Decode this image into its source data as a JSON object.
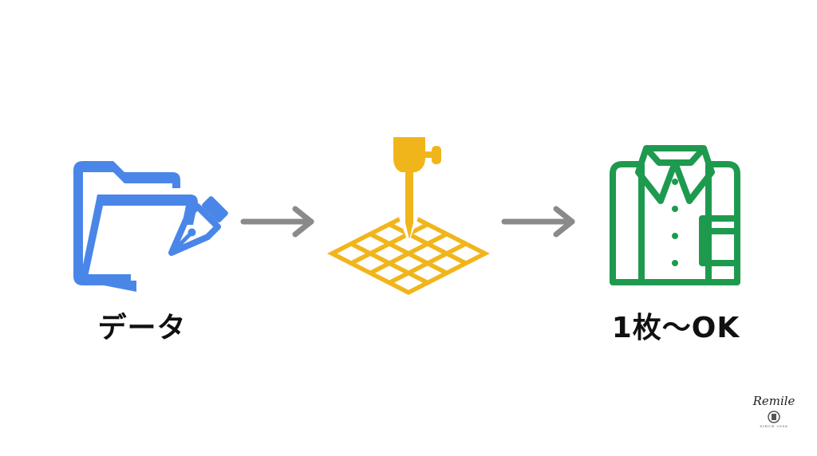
{
  "steps": [
    {
      "label": "データ",
      "icon": "folder-pen-icon",
      "color": "#4a86e8"
    },
    {
      "label": "",
      "icon": "embroidery-needle-icon",
      "color": "#f1b51c"
    },
    {
      "label": "1枚〜OK",
      "icon": "shirt-icon",
      "color": "#1e9a4f"
    }
  ],
  "arrow_color": "#8a8a8a",
  "logo": {
    "name": "Remile",
    "since": "SINCE 2006"
  }
}
